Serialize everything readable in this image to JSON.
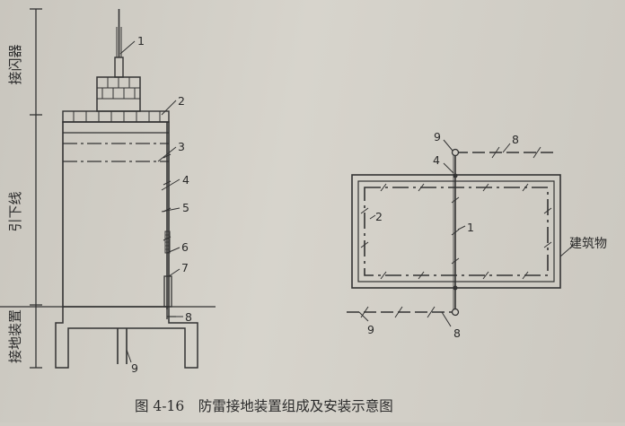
{
  "side_labels": {
    "top": "接闪器",
    "middle": "引下线",
    "bottom": "接地装置"
  },
  "left_markers": [
    "1",
    "2",
    "3",
    "4",
    "5",
    "6",
    "7",
    "8",
    "9"
  ],
  "right_markers": {
    "top_9": "9",
    "top_8": "8",
    "node_4": "4",
    "left_2": "2",
    "center_1": "1",
    "bottom_9": "9",
    "bottom_8": "8"
  },
  "building_label": "建筑物",
  "caption": "图 4-16　防雷接地装置组成及安装示意图",
  "colors": {
    "ink": "#2a2a2a",
    "line": "#333333"
  }
}
